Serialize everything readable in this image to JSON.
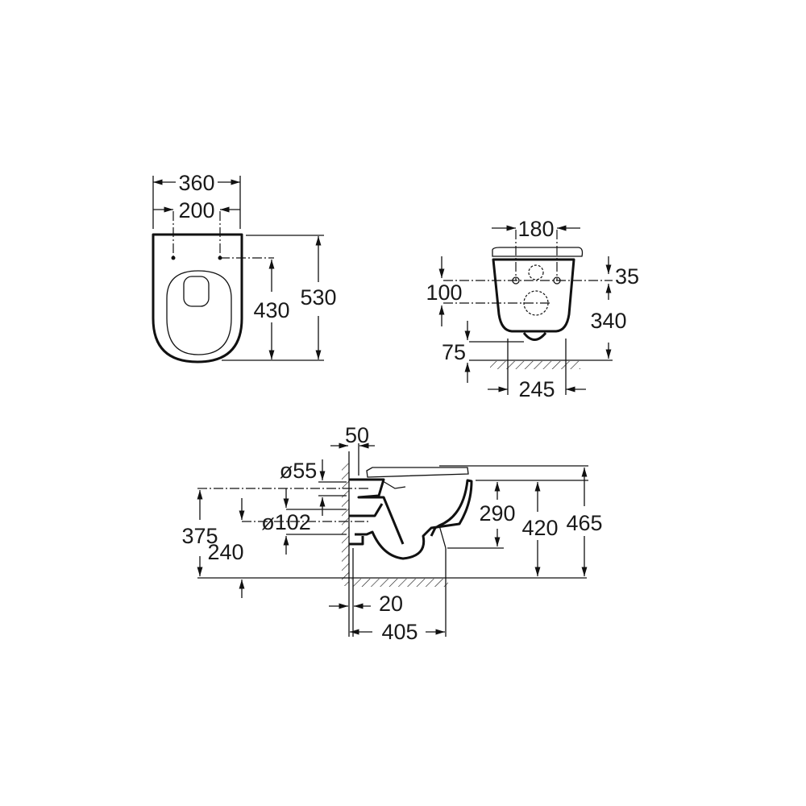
{
  "top_view": {
    "width_total": "360",
    "hole_spacing": "200",
    "length_total": "530",
    "hole_to_front": "430"
  },
  "front_view": {
    "hole_spacing": "180",
    "hole_to_top": "35",
    "holes_vertical": "100",
    "hole_height": "340",
    "outlet_height": "75",
    "base_width": "245"
  },
  "side_view": {
    "wall_offset": "50",
    "inlet_diameter": "ø55",
    "outlet_diameter": "ø102",
    "inlet_height": "375",
    "outlet_height": "240",
    "bowl_rim_depth": "290",
    "rim_height": "420",
    "seat_height": "465",
    "wall_gap": "20",
    "projection": "405"
  }
}
